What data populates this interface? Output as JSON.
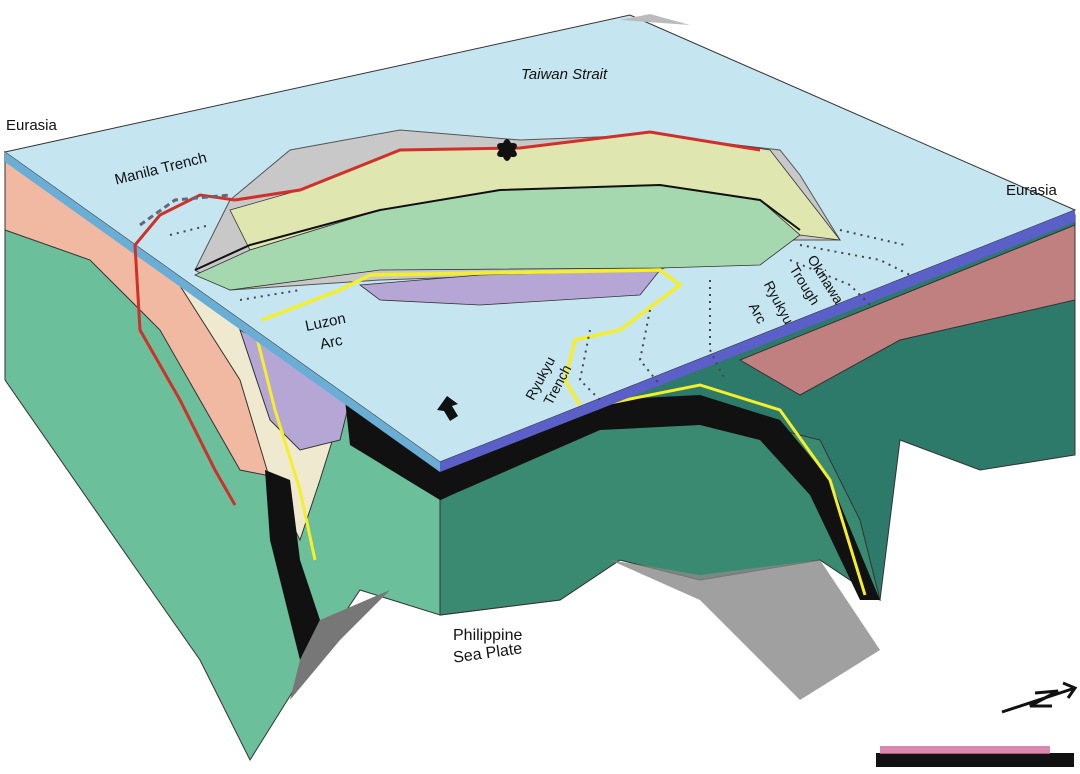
{
  "labels": {
    "taiwan_strait": "Taiwan Strait",
    "eurasia_left": "Eurasia",
    "eurasia_right": "Eurasia",
    "manila_trench": "Manila Trench",
    "okinawa": "Okinawa",
    "trough": "Trough",
    "ryukyu_arc_1": "Ryukyu",
    "ryukyu_arc_2": "Arc",
    "luzon": "Luzon",
    "arc": "Arc",
    "ryukyu_trench_1": "Ryukyu",
    "ryukyu_trench_2": "Trench",
    "philippine": "Philippine",
    "sea_plate": "Sea Plate"
  },
  "colors": {
    "sea_surface": "#c5e6f0",
    "oceanic_crust": "#6aaed6",
    "salmon_crust": "#f2b9a2",
    "mauve_crust": "#c08080",
    "mantle_green": "#6bbf9a",
    "mantle_dark": "#2e7a6a",
    "slab": "#111111",
    "trench_red": "#d0302a",
    "arc_yellow": "#f5ee2a",
    "purple_arc": "#b6a6d6",
    "belt_yellow": "#dfe6b0",
    "belt_green": "#a6d8b0"
  }
}
